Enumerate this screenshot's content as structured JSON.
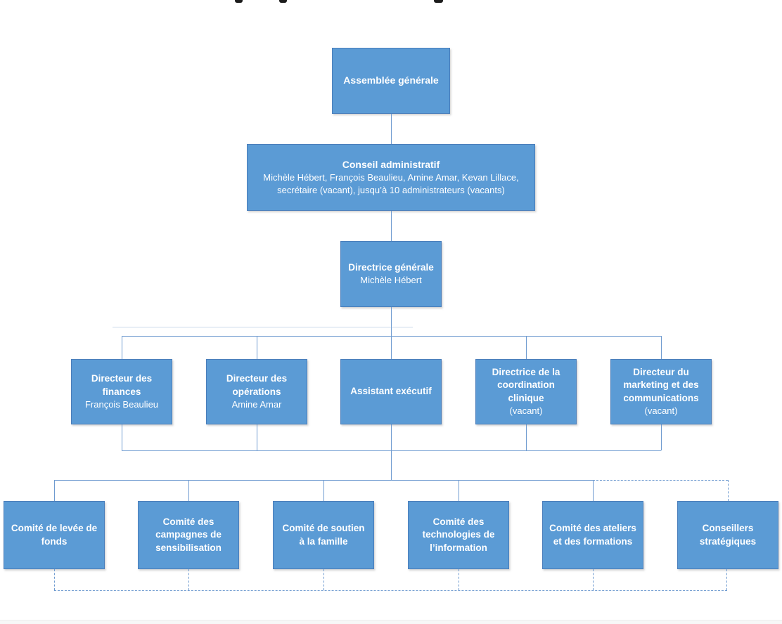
{
  "chart": {
    "type": "org-chart",
    "language": "fr",
    "accent_fill": "#5b9bd5",
    "box_border": "#4a7ebb",
    "connector_color": "#6f9bd0",
    "text_color": "#ffffff",
    "dashed_connectors": "bottom committee row and Conseillers stratégiques link"
  },
  "nodes": {
    "assemblee": {
      "title": "Assemblée générale"
    },
    "conseil": {
      "title": "Conseil administratif",
      "members": "Michèle Hébert, François Beaulieu, Amine Amar, Kevan Lillace, secrétaire (vacant), jusqu’à 10 administrateurs (vacants)"
    },
    "directrice": {
      "title": "Directrice générale",
      "person": "Michèle Hébert"
    },
    "finances": {
      "title": "Directeur des finances",
      "person": "François Beaulieu"
    },
    "operations": {
      "title": "Directeur des opérations",
      "person": "Amine Amar"
    },
    "assistant": {
      "title": "Assistant exécutif",
      "person": ""
    },
    "coordination": {
      "title": "Directrice de la coordination clinique",
      "person": "(vacant)"
    },
    "marketing": {
      "title": "Directeur du marketing et des communications",
      "person": "(vacant)"
    },
    "levee": {
      "title": "Comité de levée de fonds"
    },
    "campagnes": {
      "title": "Comité des campagnes de sensibilisation"
    },
    "soutien": {
      "title": "Comité de soutien à la famille"
    },
    "technologies": {
      "title": "Comité des technologies de l’information"
    },
    "ateliers": {
      "title": "Comité des ateliers et des formations"
    },
    "conseillers": {
      "title": "Conseillers stratégiques"
    }
  }
}
